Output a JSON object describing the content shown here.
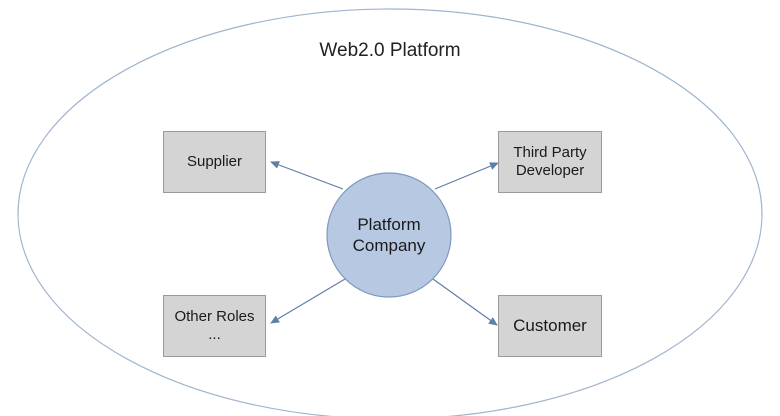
{
  "diagram": {
    "title": "Web2.0 Platform",
    "center": {
      "line1": "Platform",
      "line2": "Company"
    },
    "nodes": {
      "supplier": {
        "line1": "Supplier"
      },
      "third_party": {
        "line1": "Third Party",
        "line2": "Developer"
      },
      "other_roles": {
        "line1": "Other Roles",
        "line2": "..."
      },
      "customer": {
        "line1": "Customer"
      }
    }
  },
  "colors": {
    "ellipse_stroke": "#9fb4cf",
    "circle_fill": "#b7c9e2",
    "circle_stroke": "#7f98bc",
    "box_fill": "#d4d4d4",
    "box_stroke": "#9a9a9a",
    "arrow": "#5f7ea8"
  }
}
